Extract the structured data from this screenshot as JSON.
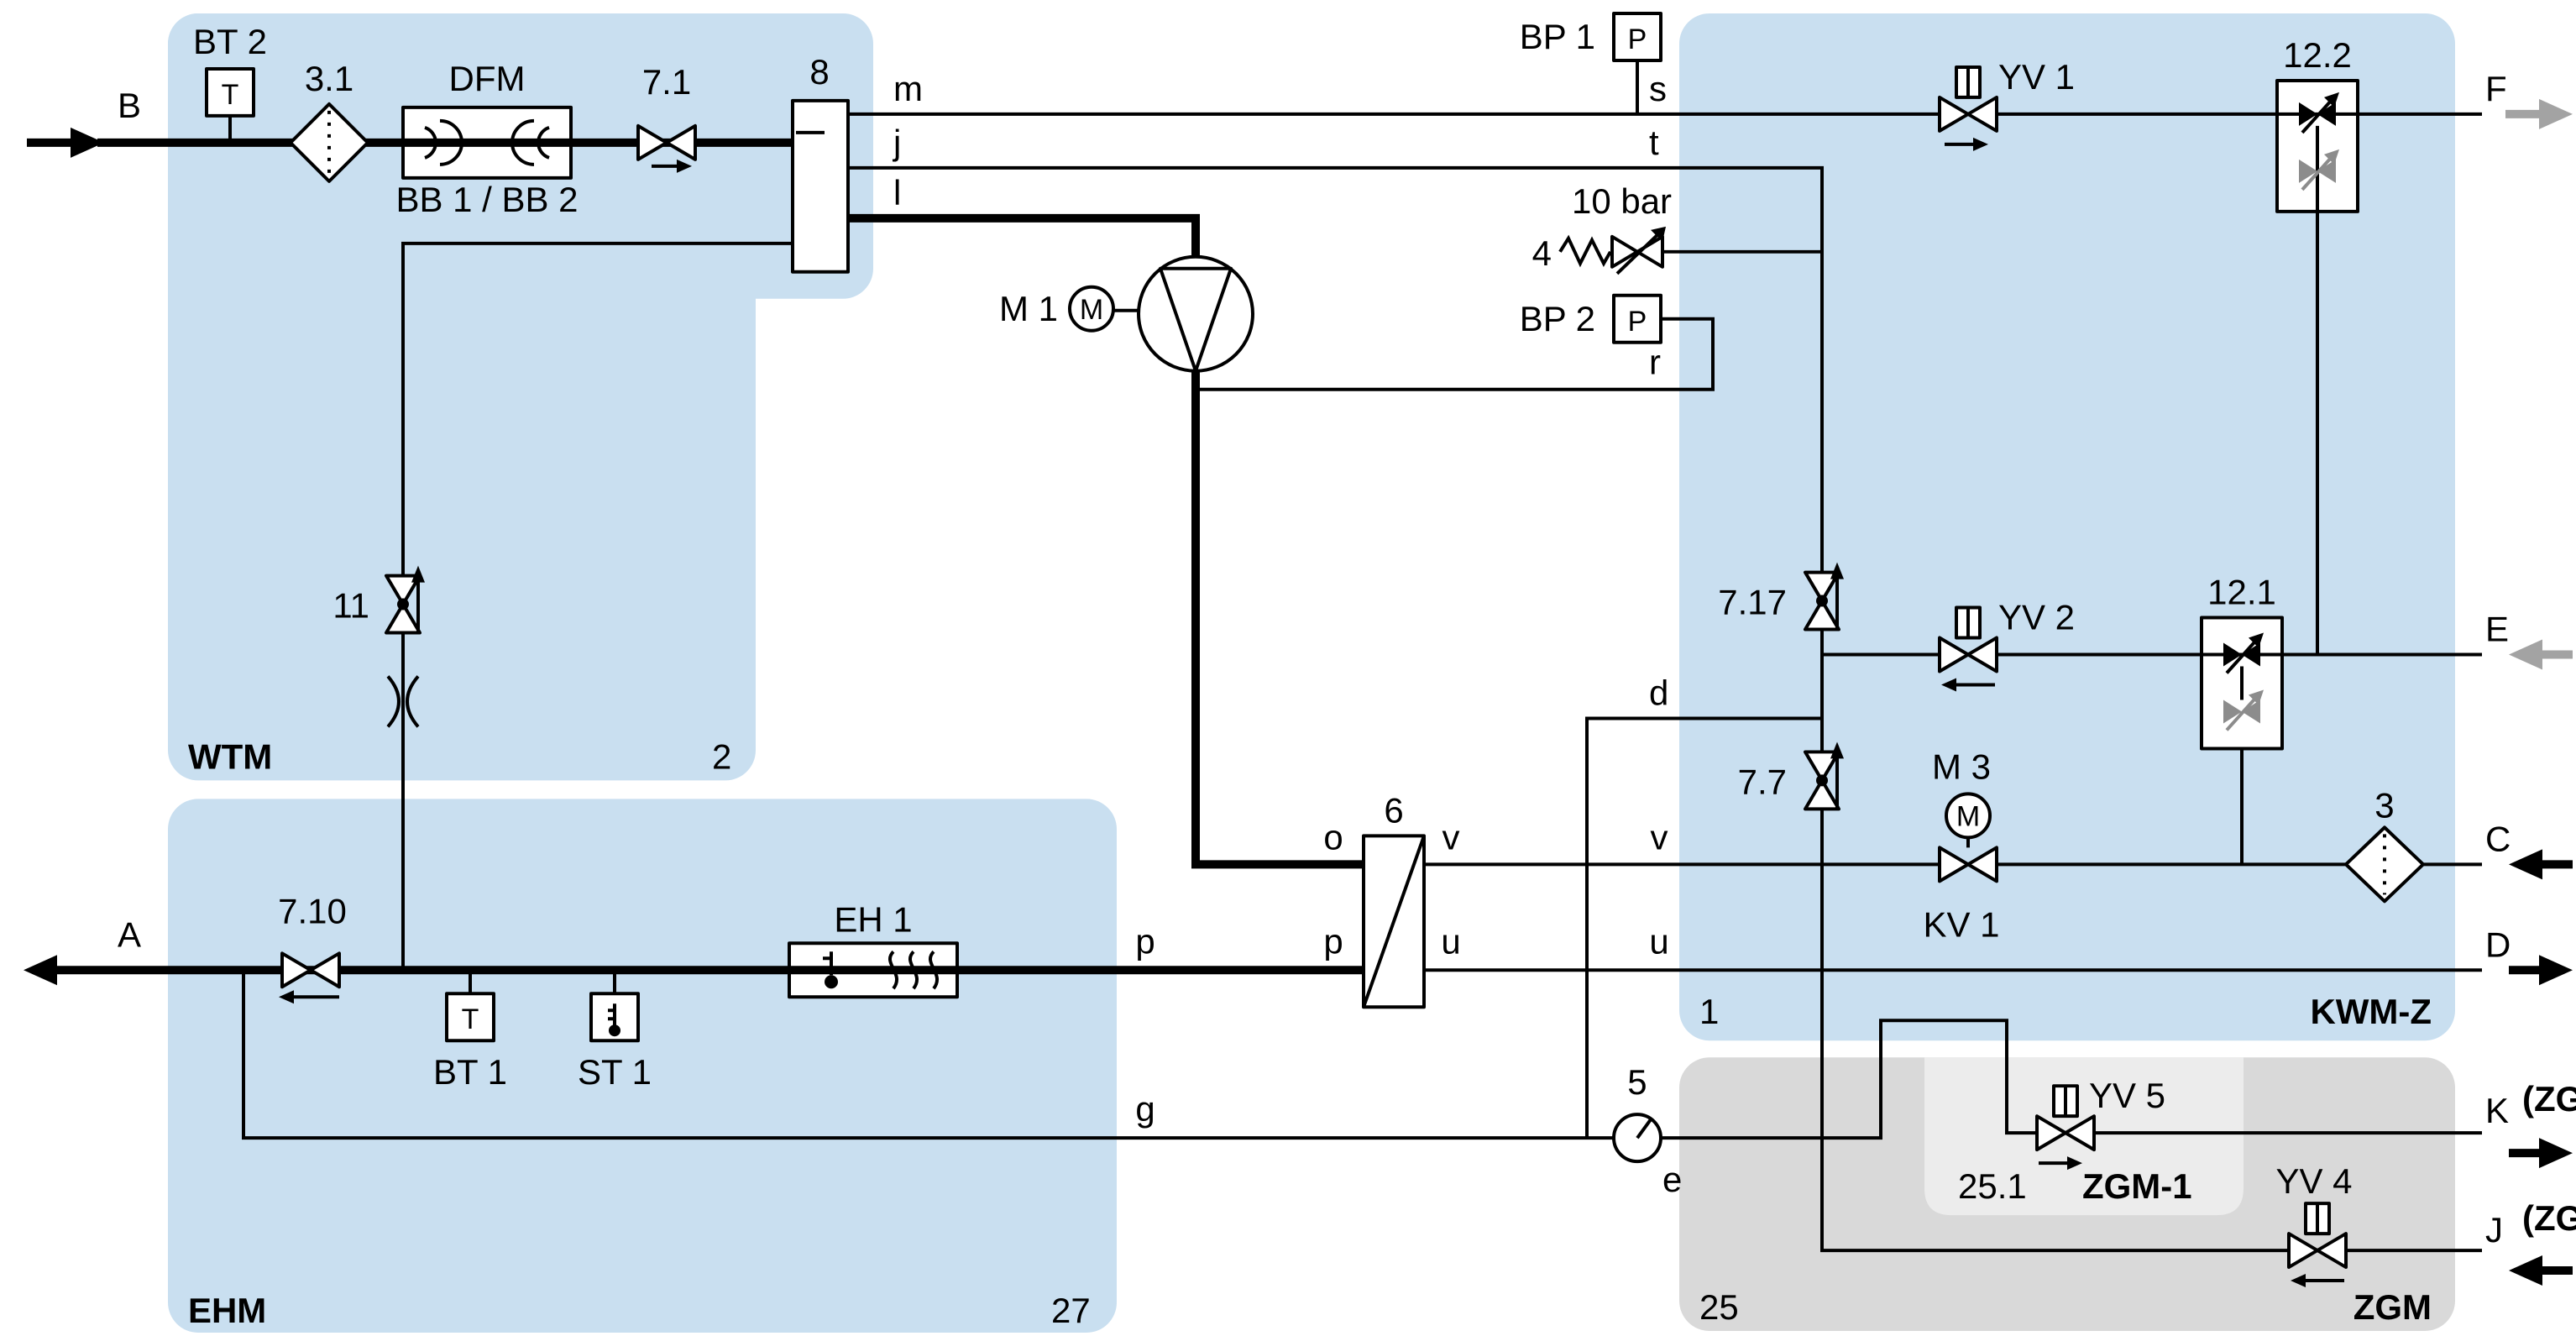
{
  "colors": {
    "region_blue": "#c9dff0",
    "region_gray": "#d9d9d9",
    "region_gray_light": "#ececec",
    "arrow_gray": "#a3a3a3",
    "muted": "#8c8c8c"
  },
  "regions": {
    "wtm": {
      "name": "WTM",
      "num": "2"
    },
    "ehm": {
      "name": "EHM",
      "num": "27"
    },
    "kwmz": {
      "name": "KWM-Z",
      "num": "1"
    },
    "zgm": {
      "name": "ZGM",
      "num": "25"
    },
    "zgm1": {
      "name": "ZGM-1",
      "num": "25.1"
    }
  },
  "terminals": {
    "b": "B",
    "a": "A",
    "c": "C",
    "d": "D",
    "e": "E",
    "f": "F",
    "k": "K",
    "j": "J",
    "zg": "(ZG)"
  },
  "ports": {
    "m": "m",
    "j": "j",
    "l": "l",
    "s": "s",
    "t": "t",
    "r": "r",
    "d": "d",
    "o": "o",
    "p": "p",
    "u": "u",
    "v": "v",
    "g": "g",
    "e": "e"
  },
  "instruments": {
    "bt2": {
      "label": "BT 2",
      "letter": "T"
    },
    "bt1": {
      "label": "BT 1",
      "letter": "T"
    },
    "st1": {
      "label": "ST 1"
    },
    "bp1": {
      "label": "BP 1",
      "letter": "P"
    },
    "bp2": {
      "label": "BP 2",
      "letter": "P"
    },
    "gauge": {
      "label": "5"
    }
  },
  "components": {
    "filter_inlet": {
      "label": "3.1"
    },
    "flowmeter": {
      "label": "DFM",
      "sublabel": "BB 1 / BB 2"
    },
    "valve_7_1": {
      "label": "7.1"
    },
    "separator": {
      "label": "8"
    },
    "pump": {
      "label": "M 1",
      "letter": "M"
    },
    "relief": {
      "label": "4",
      "setting": "10 bar"
    },
    "yv1": {
      "label": "YV 1"
    },
    "check_12_2": {
      "label": "12.2"
    },
    "valve_7_17": {
      "label": "7.17"
    },
    "yv2": {
      "label": "YV 2"
    },
    "check_12_1": {
      "label": "12.1"
    },
    "valve_7_7": {
      "label": "7.7"
    },
    "kv1": {
      "label": "KV 1",
      "motor": "M 3",
      "letter": "M"
    },
    "filter_outlet": {
      "label": "3"
    },
    "valve_11": {
      "label": "11"
    },
    "valve_7_10": {
      "label": "7.10"
    },
    "heater": {
      "label": "EH 1"
    },
    "exchanger": {
      "label": "6"
    },
    "yv5": {
      "label": "YV 5"
    },
    "yv4": {
      "label": "YV 4"
    }
  }
}
